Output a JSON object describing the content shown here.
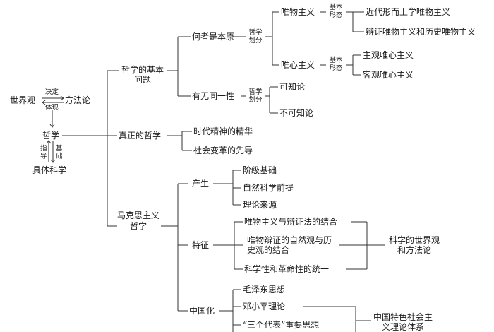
{
  "left": {
    "worldview": "世界观",
    "decide": "决定",
    "embody": "体现",
    "methodology": "方法论",
    "philosophy": "哲学",
    "guide": "指导",
    "foundation": "基础",
    "concrete_science": "具体科学"
  },
  "basic_question": {
    "label": "哲学的基本问题",
    "origin": "何者是本原",
    "division": "哲学划分",
    "materialism": "唯物主义",
    "idealism": "唯心主义",
    "basic_form": "基本形态",
    "mat_forms": [
      "近代形而上学唯物主义",
      "辩证唯物主义和历史唯物主义"
    ],
    "ideal_forms": [
      "主观唯心主义",
      "客观唯心主义"
    ],
    "identity": "有无同一性",
    "knowable": "可知论",
    "unknowable": "不可知论"
  },
  "true_philosophy": {
    "label": "真正的哲学",
    "items": [
      "时代精神的精华",
      "社会变革的先导"
    ]
  },
  "marxism": {
    "label": "马克思主义哲学",
    "origin": "产生",
    "origin_items": [
      "阶级基础",
      "自然科学前提",
      "理论来源"
    ],
    "features": "特征",
    "feature_items": [
      "唯物主义与辩证法的结合",
      "唯物辩证的自然观与历史观的结合",
      "科学性和革命性的统一"
    ],
    "scientific_view": "科学的世界观和方法论",
    "sinicization": "中国化",
    "china_items": [
      "毛泽东思想",
      "邓小平理论",
      "“三个代表”重要思想"
    ],
    "china_system": "中国特色社会主义理论体系"
  }
}
